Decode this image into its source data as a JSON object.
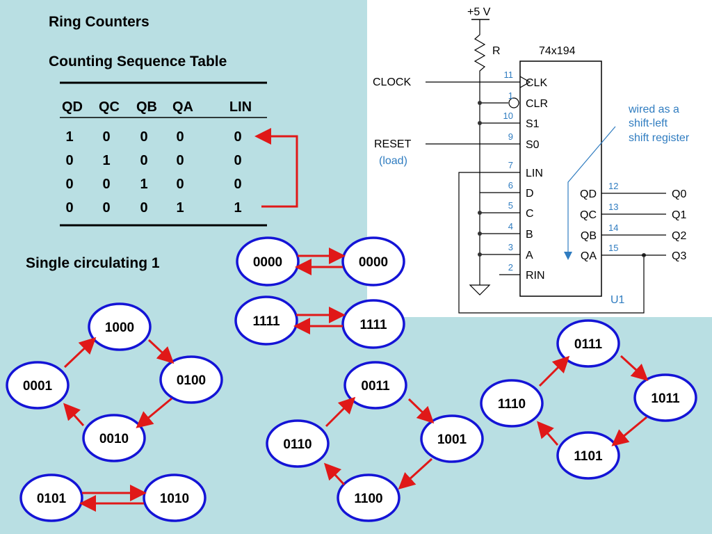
{
  "titles": {
    "main": "Ring Counters",
    "table": "Counting Sequence Table",
    "circulating": "Single circulating 1"
  },
  "sequence_table": {
    "headers": [
      "QD",
      "QC",
      "QB",
      "QA",
      "LIN"
    ],
    "rows": [
      [
        "1",
        "0",
        "0",
        "0",
        "0"
      ],
      [
        "0",
        "1",
        "0",
        "0",
        "0"
      ],
      [
        "0",
        "0",
        "1",
        "0",
        "0"
      ],
      [
        "0",
        "0",
        "0",
        "1",
        "1"
      ]
    ]
  },
  "state_diagrams": {
    "single_one": [
      "1000",
      "0100",
      "0010",
      "0001"
    ],
    "zeros_pair": [
      "0000",
      "0000"
    ],
    "ones_pair": [
      "1111",
      "1111"
    ],
    "alt_pair": [
      "0101",
      "1010"
    ],
    "double_one": [
      "0011",
      "1001",
      "1100",
      "0110"
    ],
    "triple_one": [
      "0111",
      "1011",
      "1101",
      "1110"
    ]
  },
  "schematic": {
    "supply": "+5 V",
    "resistor": "R",
    "chip": "74x194",
    "designator": "U1",
    "clock": "CLOCK",
    "reset": "RESET",
    "load": "(load)",
    "note": [
      "wired as a",
      "shift-left",
      "shift register"
    ],
    "left_pins": [
      {
        "num": "11",
        "name": "CLK"
      },
      {
        "num": "1",
        "name": "CLR"
      },
      {
        "num": "10",
        "name": "S1"
      },
      {
        "num": "9",
        "name": "S0"
      },
      {
        "num": "7",
        "name": "LIN"
      },
      {
        "num": "6",
        "name": "D"
      },
      {
        "num": "5",
        "name": "C"
      },
      {
        "num": "4",
        "name": "B"
      },
      {
        "num": "3",
        "name": "A"
      },
      {
        "num": "2",
        "name": "RIN"
      }
    ],
    "right_pins": [
      {
        "num": "12",
        "name": "QD",
        "out": "Q0"
      },
      {
        "num": "13",
        "name": "QC",
        "out": "Q1"
      },
      {
        "num": "14",
        "name": "QB",
        "out": "Q2"
      },
      {
        "num": "15",
        "name": "QA",
        "out": "Q3"
      }
    ]
  },
  "colors": {
    "background": "#b9dfe3",
    "state_outline": "#1414d6",
    "arrow": "#e01818",
    "pin_number": "#2f7cc0"
  }
}
